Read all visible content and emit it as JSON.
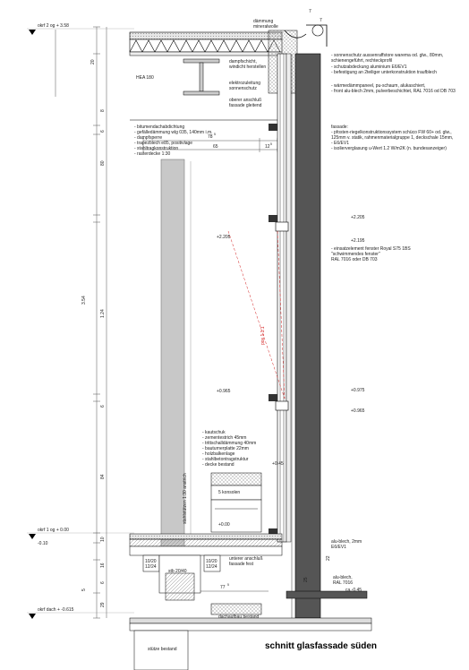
{
  "title": "schnitt glasfassade süden",
  "levels": {
    "og2": "okrf 2 og + 3.58",
    "og1": "okrf 1 og + 0.00",
    "og1_sub": "-0.10",
    "dach": "okrf dach + -0.615"
  },
  "dims_vertical": [
    "20",
    "6",
    "80",
    "3.54",
    "1.24",
    "6",
    "84",
    "10",
    "16",
    "6",
    "29",
    "5"
  ],
  "dims_vertical_small": [
    "8",
    "5",
    "5",
    "5",
    "5"
  ],
  "dims_horizontal": [
    "78",
    "5",
    "65",
    "12",
    "5",
    "77",
    "5",
    "7",
    "7"
  ],
  "labels_top": {
    "daemmung": [
      "dämmung",
      "mineralwolle"
    ],
    "daempfschicht": [
      "dampfschicht,",
      "windicht herstellen"
    ],
    "elektro": [
      "elektrozuleitung",
      "sonnenschutz"
    ],
    "anschluss": [
      "oberer anschluß",
      "fassade gleitend"
    ],
    "hea": "HEA 180"
  },
  "sonnenschutz": [
    "- sonnenschutz aussenraffstore warema od. glw., 80mm,",
    "  schienengeführt, rechteckprofil",
    "- schutzabdeckung aluminium E6/EV1",
    "- befestigung an 2teiliger unterkonstruktion traufblech",
    "- wärmedämmpaneel, pu-schaum, alukaschiert,",
    "- front alu-blech 2mm, pulverbeschichtet, RAL 7016 od DB 703"
  ],
  "fassade": [
    "fassade:",
    "- pfosten-riegelkonstruktionssystem schüco FW 60+ od. glw.,",
    "  125mm v. statik, rahmenmaterialgruppe 1, deckschale 15mm,",
    "- E6/EV1",
    "- isolierverglasung u-Wert 1.2 W/m2K (n. bundesanzeiger)"
  ],
  "roof_build": [
    "- bitumendachabdichtung",
    "- gefälledämmung wlg 035, 140mm i.m.",
    "- dampfsperre",
    "- trapezblech e85, positivlage",
    "- stahltragkonstruktion",
    "- rasterdecke 1:30"
  ],
  "window_marks": [
    "+2.205",
    "+2.195",
    "+2.205"
  ],
  "einsatz": [
    "- einsatzelement fenster Royal S75 1BS",
    "  \"schwimmendes fenster\"",
    "  RAL 7016 oder DB 703"
  ],
  "pos_label": "pos 1.1.1",
  "marks_low": [
    "+0.965",
    "+0.975",
    "+0.965"
  ],
  "floor_build": [
    "- kautschuk",
    "- zementestrich 45mm",
    "- trittschalldämmung 40mm",
    "- bauturnerplatte 22mm",
    "- holzbalkenlage",
    "- stahlbetontragstruktur",
    "- decke bestand"
  ],
  "mark_045": "+0.45",
  "konsolen": "5 konsolen",
  "mark_000": "+0.00",
  "stahlstuetzen": "stahlstützen 1:30 anstrich",
  "alu_blech": [
    "alu-blech, 2mm",
    "E6/EV1"
  ],
  "dim_22": "22",
  "elements_low": [
    "10/20",
    "12/24"
  ],
  "elements_low2": [
    "10/20",
    "12/24"
  ],
  "stb": "stb 20/40",
  "unterer": [
    "unterer anschluß",
    "fassade fest"
  ],
  "alu_blech2": [
    "alu-blech,",
    "RAL 7016"
  ],
  "mark_045b": "ca.-0.45",
  "dachaufbau": "dachaufbau bestand",
  "stuetze": "stütze bestand",
  "dim_25": "25"
}
